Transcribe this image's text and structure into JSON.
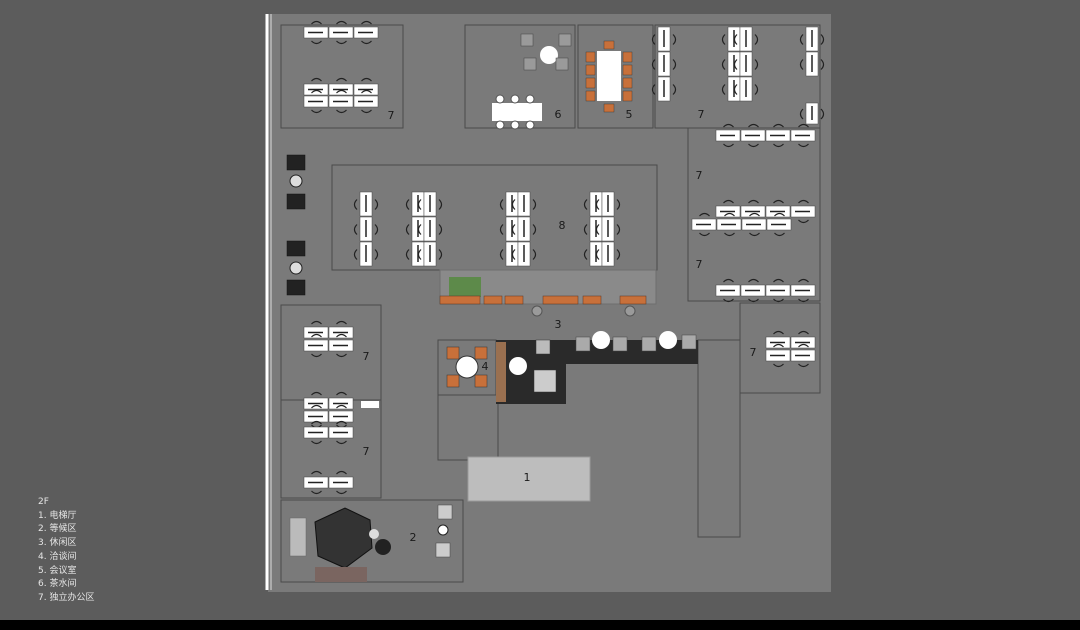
{
  "plan": {
    "floor": "2F",
    "zone_numbers": {
      "elevator_hall": "1",
      "waiting_area": "2",
      "lounge": "3",
      "meeting_room": "4",
      "conference_room": "5",
      "pantry": "6",
      "private_office": "7",
      "open_office": "8"
    },
    "legend": [
      "1. 电梯厅",
      "2. 等候区",
      "3. 休闲区",
      "4. 洽谈间",
      "5. 会议室",
      "6. 茶水间",
      "7. 独立办公区"
    ]
  },
  "colors": {
    "background": "#5c5c5c",
    "floor": "#7a7a7a",
    "desk": "#ffffff",
    "accent_orange": "#c8703a",
    "planter_green": "#5d8a4a",
    "dark_furniture": "#2a2a2a",
    "elevator_hall": "#bdbdbd"
  },
  "icons": [
    "chair-icon",
    "armchair-icon",
    "round-table-icon",
    "sofa-icon",
    "plant-icon"
  ]
}
